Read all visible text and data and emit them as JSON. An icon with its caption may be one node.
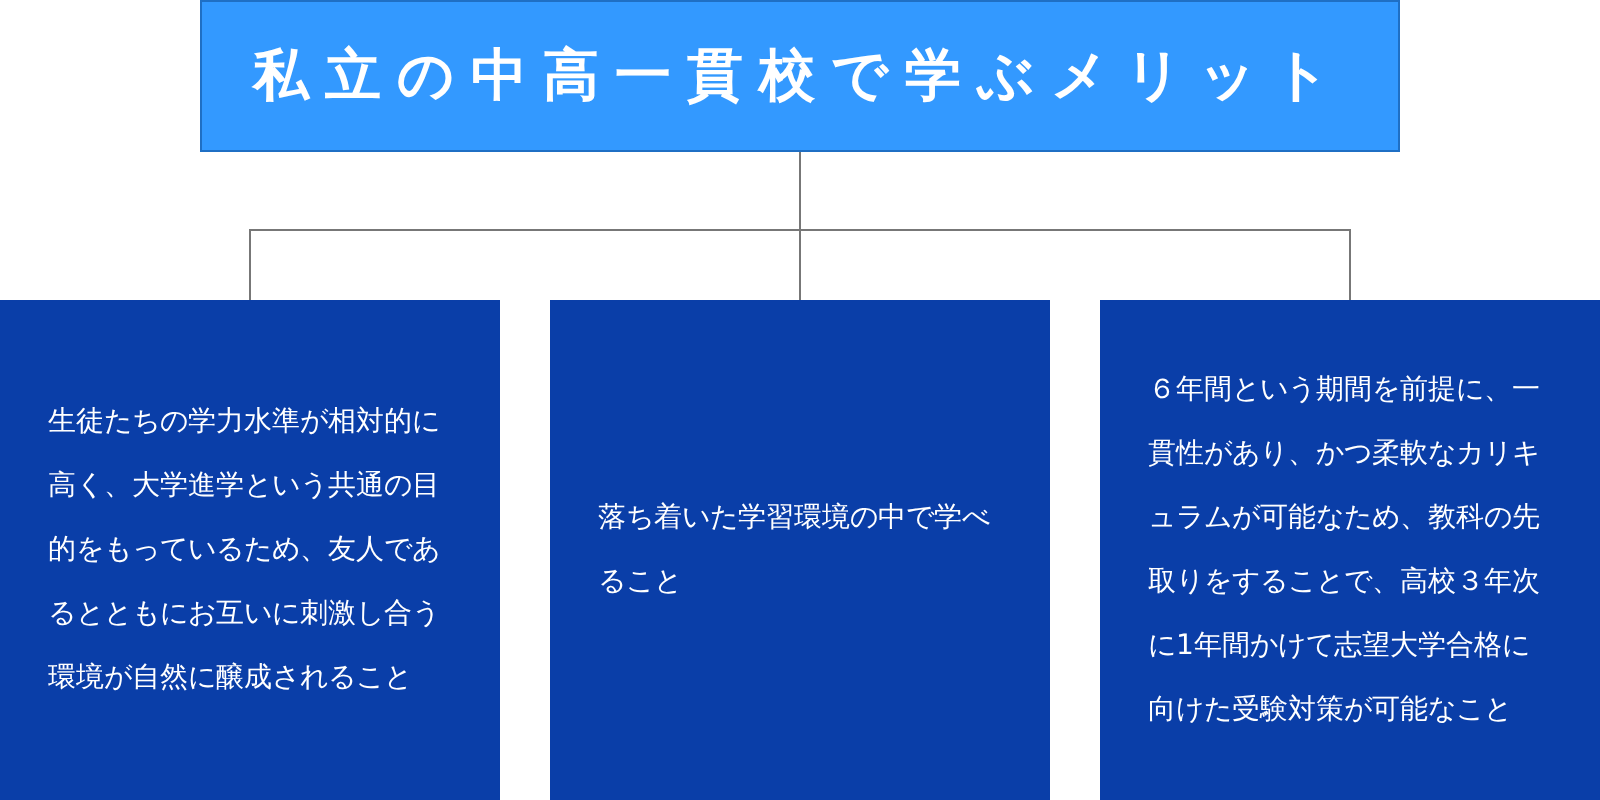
{
  "diagram": {
    "nodes": [
      {
        "text": [
          "私立の中高一貫校で学ぶメリット"
        ]
      },
      {
        "text": [
          "生徒たちの学力水準が相対的に高く、大学進学という共通の目的をもっているため、友人であるとともにお互いに刺激し合う環境が自然に醸成されること"
        ]
      },
      {
        "text": [
          "落ち着いた学習環境の中で学べること"
        ]
      },
      {
        "text": [
          "６年間という期間を前提に、一貫性があり、かつ柔軟なカリキュラムが可能なため、教科の先取りをすることで、高校３年次に1年間かけて志望大学合格に向けた受験対策が可能なこと"
        ]
      }
    ],
    "edges": [
      {
        "from": 0,
        "to": 1,
        "arrow": "none"
      },
      {
        "from": 0,
        "to": 2,
        "arrow": "none"
      },
      {
        "from": 0,
        "to": 3,
        "arrow": "none"
      }
    ]
  }
}
